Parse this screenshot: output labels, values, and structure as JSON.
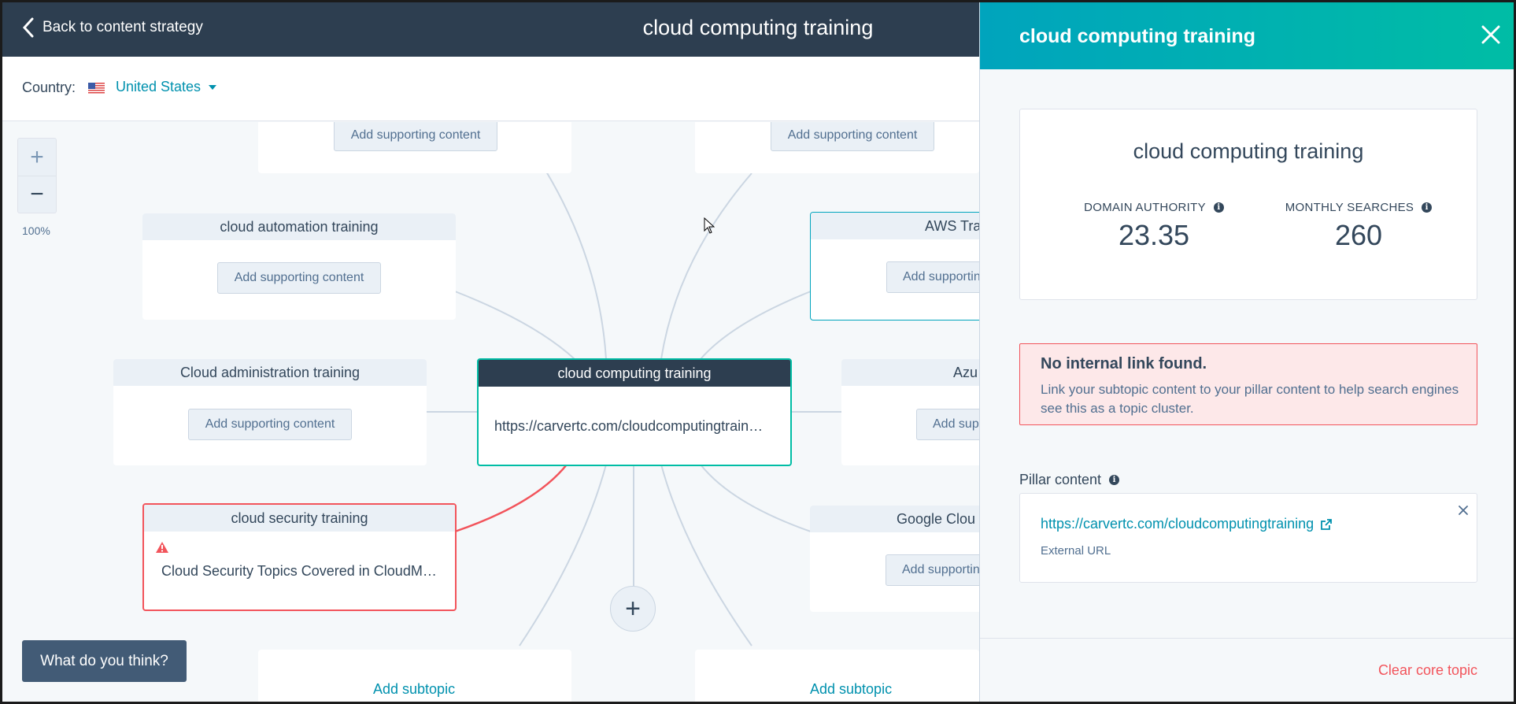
{
  "topbar": {
    "back_label": "Back to content strategy",
    "title": "cloud computing training"
  },
  "country": {
    "label": "Country:",
    "value": "United States"
  },
  "zoom": {
    "plus": "+",
    "minus": "−",
    "level": "100%"
  },
  "map": {
    "add_supporting": "Add supporting content",
    "add_topic": "Add subtopic",
    "core": {
      "title": "cloud computing training",
      "url": "https://carvertc.com/cloudcomputingtrain…"
    },
    "subtopics": {
      "automation": "cloud automation training",
      "administration": "Cloud administration training",
      "security": "cloud security training",
      "security_content": "Cloud Security Topics Covered in CloudM…",
      "aws": "AWS Tra",
      "azure": "Azu",
      "google": "Google Clou"
    },
    "add_button": "+"
  },
  "feedback": "What do you think?",
  "panel": {
    "title": "cloud computing training",
    "card_title": "cloud computing training",
    "domain_authority_label": "DOMAIN AUTHORITY",
    "domain_authority_value": "23.35",
    "monthly_searches_label": "MONTHLY SEARCHES",
    "monthly_searches_value": "260",
    "alert_title": "No internal link found.",
    "alert_text": "Link your subtopic content to your pillar content to help search engines see this as a topic cluster.",
    "pillar_label": "Pillar content",
    "pillar_url": "https://carvertc.com/cloudcomputingtraining",
    "pillar_sub": "External URL",
    "clear_label": "Clear core topic"
  },
  "colors": {
    "topbar": "#2d3e50",
    "accent": "#0091ae",
    "teal": "#00bda5",
    "danger": "#f2545b"
  }
}
